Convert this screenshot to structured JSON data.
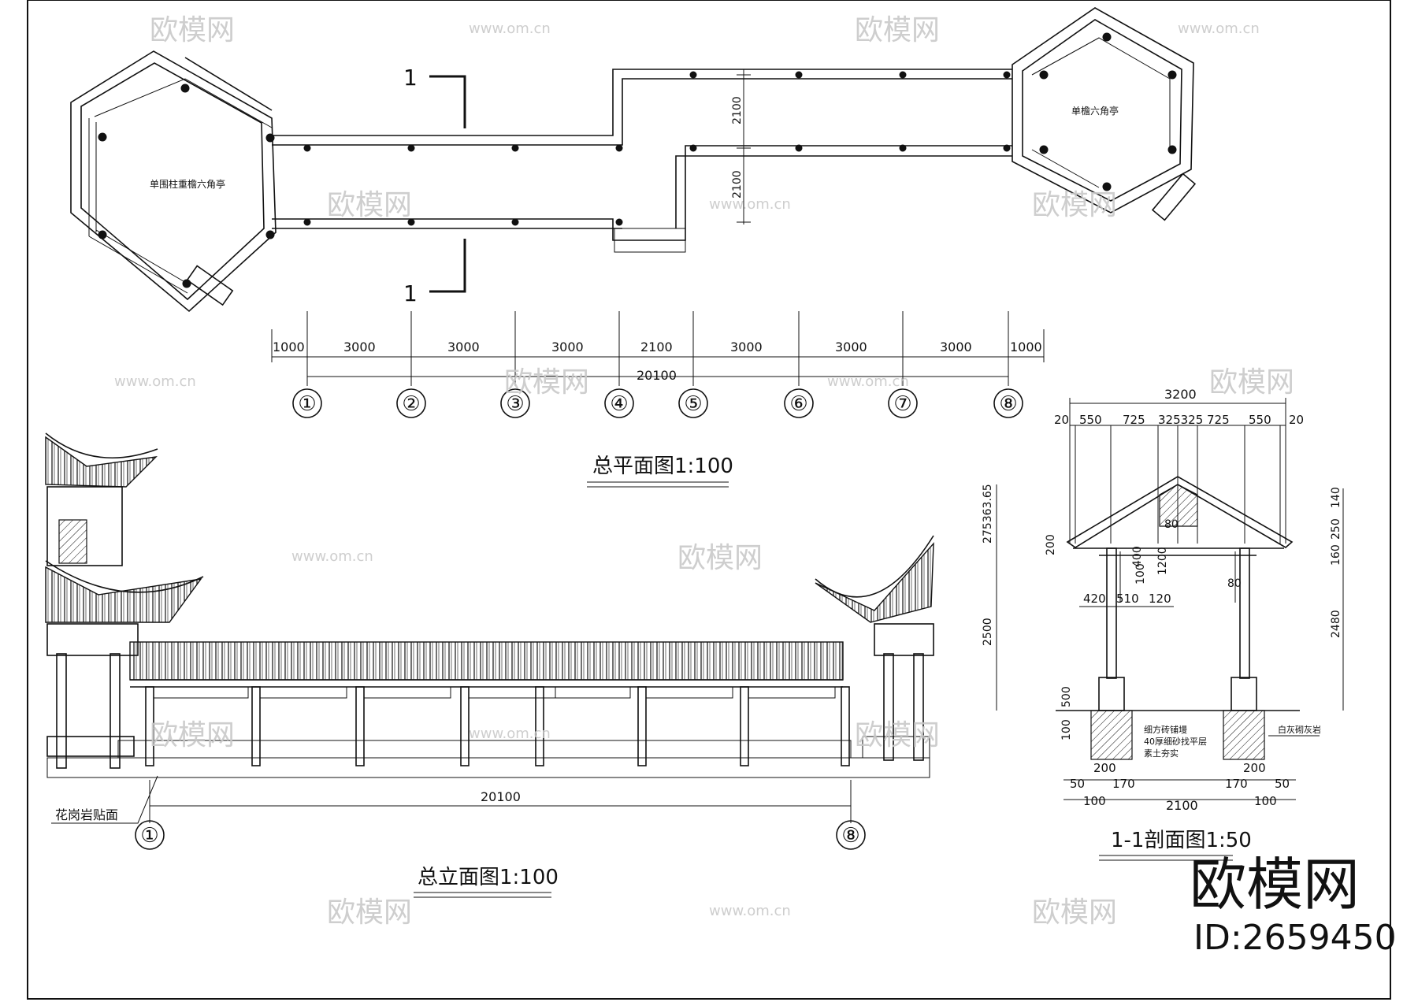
{
  "plan": {
    "title": "总平面图1:100",
    "pavilion_left": "单围柱重檐六角亭",
    "pavilion_right": "单檐六角亭",
    "section_mark": "1",
    "vertical_dims": [
      "2100",
      "2100"
    ],
    "dims": [
      "1000",
      "3000",
      "3000",
      "3000",
      "2100",
      "3000",
      "3000",
      "3000",
      "1000"
    ],
    "total": "20100",
    "axes": [
      "①",
      "②",
      "③",
      "④",
      "⑤",
      "⑥",
      "⑦",
      "⑧"
    ]
  },
  "elevation": {
    "title": "总立面图1:100",
    "total": "20100",
    "note": "花岗岩贴面",
    "axis_start": "①",
    "axis_end": "⑧"
  },
  "section": {
    "title": "1-1剖面图1:50",
    "top_total": "3200",
    "top_dims": [
      "20",
      "550",
      "725",
      "325325",
      "725",
      "550",
      "20"
    ],
    "left_dims": [
      "275363.65",
      "200",
      "2500",
      "500",
      "100"
    ],
    "right_dims": [
      "140",
      "250",
      "160",
      "2480"
    ],
    "inner_dims": [
      "80",
      "400",
      "1200",
      "100",
      "80",
      "420",
      "510",
      "120"
    ],
    "bottom_dims_left": [
      "200",
      "50",
      "170",
      "100"
    ],
    "bottom_dims_right": [
      "170",
      "200",
      "50",
      "100"
    ],
    "bottom_total": "2100",
    "note_left": [
      "细方砖铺墁",
      "40厚细砂找平层",
      "素土夯实"
    ],
    "note_right": "白灰砌灰岩"
  },
  "brand": {
    "logo": "欧模网",
    "id": "ID:2659450",
    "watermark_cn": "欧模网",
    "watermark_url": "www.om.cn"
  }
}
